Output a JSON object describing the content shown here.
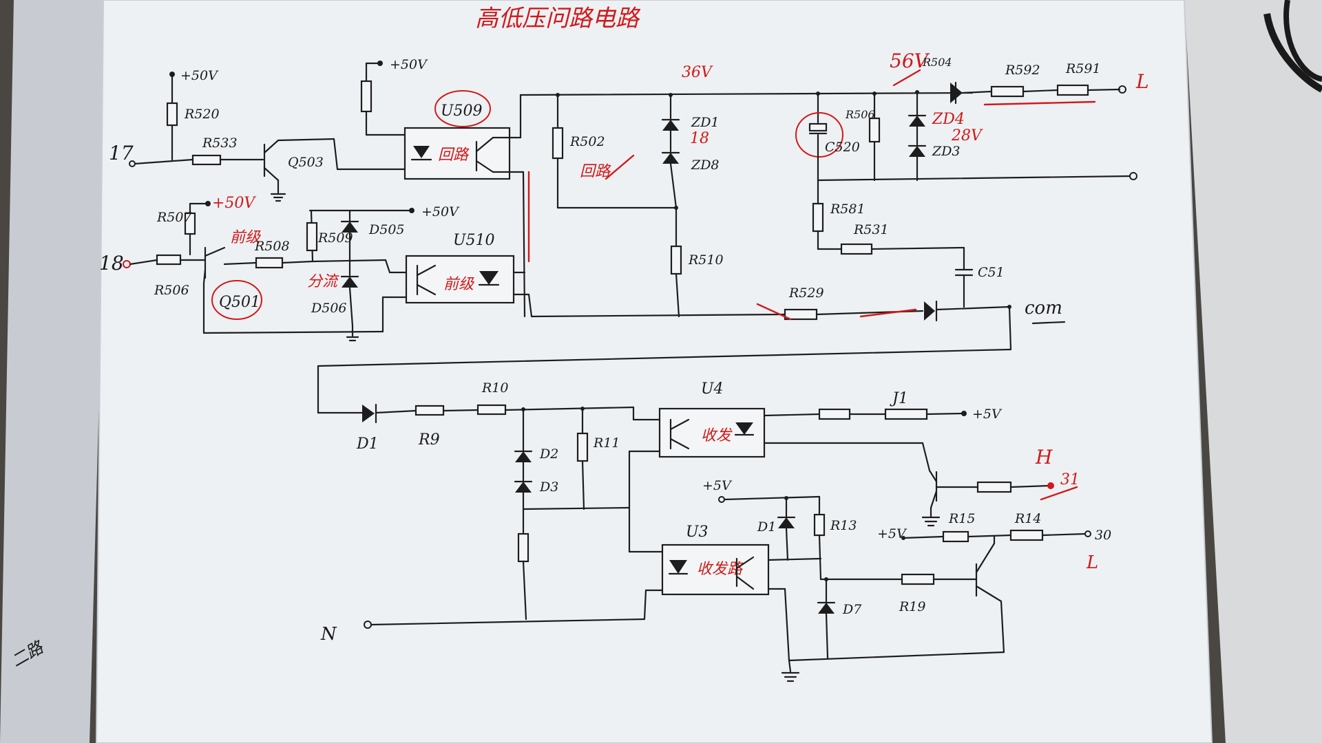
{
  "title": "高低压问路电路",
  "labels": {
    "v50_top": "+50V",
    "r520": "R520",
    "r533": "R533",
    "q503": "Q503",
    "v50_mid": "+50V",
    "u509": "U509",
    "v36": "36V",
    "r502": "R502",
    "zd1": "ZD1",
    "zd18": "18",
    "zd2": "ZD8",
    "v56": "56V",
    "r504": "R504",
    "r592": "R592",
    "r591": "R591",
    "node_L": "L",
    "r506": "R506",
    "c520": "C520",
    "zd4": "ZD4",
    "zd3": "ZD3",
    "v28": "28V",
    "pin17": "17",
    "r507": "R507",
    "v50_left": "+50V",
    "v50_right": "+50V",
    "d505": "D505",
    "u510": "U510",
    "pin18": "18",
    "r506b": "R506",
    "r508": "R508",
    "r509": "R509",
    "q501": "Q501",
    "d506": "D506",
    "r510": "R510",
    "r581": "R581",
    "r531": "R531",
    "c51": "C51",
    "r529": "R529",
    "com": "com",
    "d1": "D1",
    "r9": "R9",
    "r10": "R10",
    "d2": "D2",
    "d3": "D3",
    "r11": "R11",
    "u4": "U4",
    "j1": "J1",
    "v5_a": "+5V",
    "node_H": "H",
    "pin31": "31",
    "v5_b": "+5V",
    "d1b": "D1",
    "r13": "R13",
    "u3": "U3",
    "r15": "R15",
    "r14": "R14",
    "v5_c": "+5V",
    "pin30": "30",
    "node_L2": "L",
    "d7": "D7",
    "r19": "R19",
    "node_N": "N",
    "note_red_u509": "回路",
    "note_red_r502": "回路",
    "note_red_u510": "前级",
    "note_red_u4": "收发",
    "note_red_u3": "收发路",
    "note_red_q501": "前级",
    "note_red_d506": "分流",
    "corner_note": "二路"
  }
}
